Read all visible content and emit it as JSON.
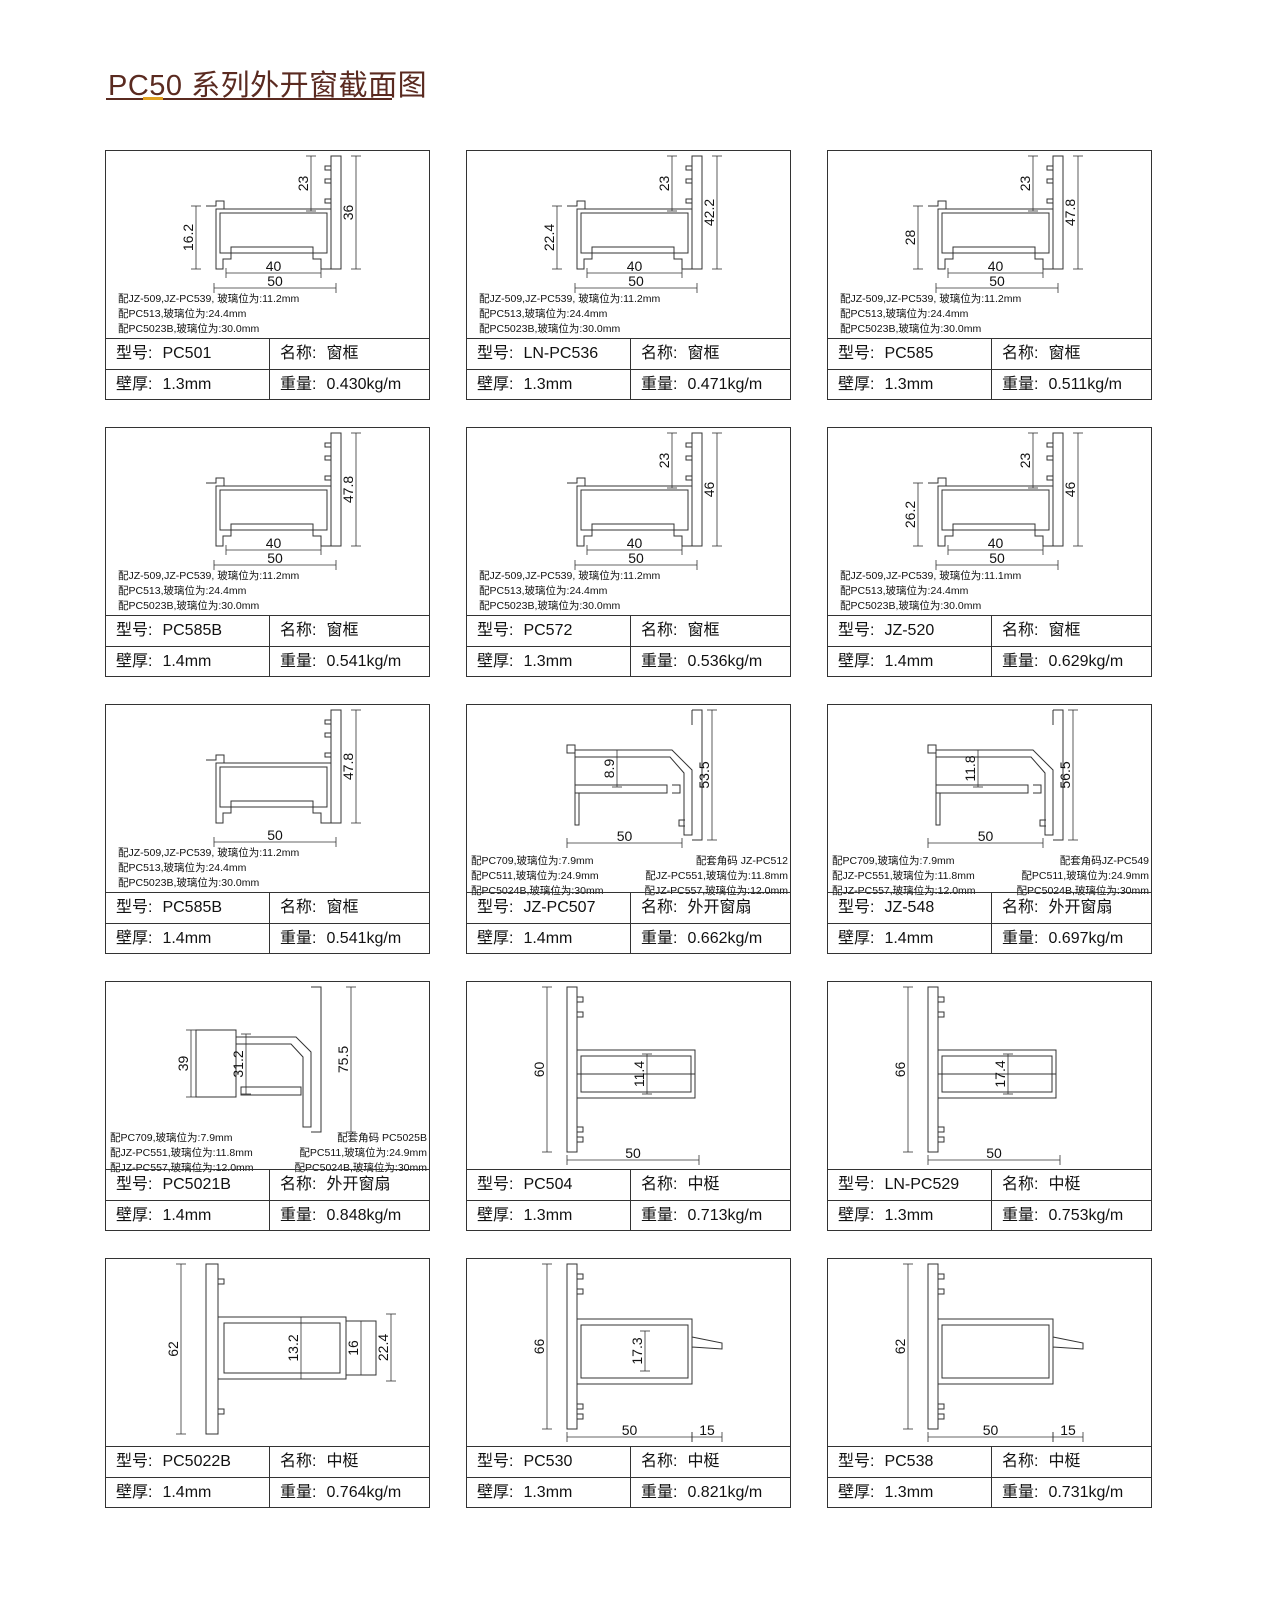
{
  "title": "PC50 系列外开窗截面图",
  "labels": {
    "model": "型号:",
    "name": "名称:",
    "thickness": "壁厚:",
    "weight": "重量:"
  },
  "cards": [
    {
      "model": "PC501",
      "name": "窗框",
      "thickness": "1.3mm",
      "weight": "0.430kg/m",
      "dims": [
        "23",
        "36",
        "16.2",
        "40",
        "50"
      ],
      "notes": [
        "配JZ-509,JZ-PC539, 玻璃位为:11.2mm",
        "配PC513,玻璃位为:24.4mm",
        "配PC5023B,玻璃位为:30.0mm"
      ]
    },
    {
      "model": "LN-PC536",
      "name": "窗框",
      "thickness": "1.3mm",
      "weight": "0.471kg/m",
      "dims": [
        "23",
        "42.2",
        "22.4",
        "40",
        "50"
      ],
      "notes": [
        "配JZ-509,JZ-PC539, 玻璃位为:11.2mm",
        "配PC513,玻璃位为:24.4mm",
        "配PC5023B,玻璃位为:30.0mm"
      ]
    },
    {
      "model": "PC585",
      "name": "窗框",
      "thickness": "1.3mm",
      "weight": "0.511kg/m",
      "dims": [
        "23",
        "47.8",
        "28",
        "40",
        "50"
      ],
      "notes": [
        "配JZ-509,JZ-PC539, 玻璃位为:11.2mm",
        "配PC513,玻璃位为:24.4mm",
        "配PC5023B,玻璃位为:30.0mm"
      ]
    },
    {
      "model": "PC585B",
      "name": "窗框",
      "thickness": "1.4mm",
      "weight": "0.541kg/m",
      "dims": [
        "47.8",
        "40",
        "50"
      ],
      "notes": [
        "配JZ-509,JZ-PC539, 玻璃位为:11.2mm",
        "配PC513,玻璃位为:24.4mm",
        "配PC5023B,玻璃位为:30.0mm"
      ]
    },
    {
      "model": "PC572",
      "name": "窗框",
      "thickness": "1.3mm",
      "weight": "0.536kg/m",
      "dims": [
        "23",
        "46",
        "40",
        "50"
      ],
      "notes": [
        "配JZ-509,JZ-PC539, 玻璃位为:11.2mm",
        "配PC513,玻璃位为:24.4mm",
        "配PC5023B,玻璃位为:30.0mm"
      ]
    },
    {
      "model": "JZ-520",
      "name": "窗框",
      "thickness": "1.4mm",
      "weight": "0.629kg/m",
      "dims": [
        "23",
        "46",
        "26.2",
        "40",
        "50"
      ],
      "notes": [
        "配JZ-509,JZ-PC539, 玻璃位为:11.1mm",
        "配PC513,玻璃位为:24.4mm",
        "配PC5023B,玻璃位为:30.0mm"
      ]
    },
    {
      "model": "PC585B",
      "name": "窗框",
      "thickness": "1.4mm",
      "weight": "0.541kg/m",
      "dims": [
        "47.8",
        "50"
      ],
      "notes": [
        "配JZ-509,JZ-PC539, 玻璃位为:11.2mm",
        "配PC513,玻璃位为:24.4mm",
        "配PC5023B,玻璃位为:30.0mm"
      ]
    },
    {
      "model": "JZ-PC507",
      "name": "外开窗扇",
      "thickness": "1.4mm",
      "weight": "0.662kg/m",
      "dims": [
        "8.9",
        "53.5",
        "50"
      ],
      "notes_left": [
        "配PC709,玻璃位为:7.9mm",
        "配PC511,玻璃位为:24.9mm",
        "配PC5024B,玻璃位为:30mm"
      ],
      "notes_right": [
        "配套角码 JZ-PC512",
        "配JZ-PC551,玻璃位为:11.8mm",
        "配JZ-PC557,玻璃位为:12.0mm"
      ]
    },
    {
      "model": "JZ-548",
      "name": "外开窗扇",
      "thickness": "1.4mm",
      "weight": "0.697kg/m",
      "dims": [
        "11.8",
        "56.5",
        "50"
      ],
      "notes_left": [
        "配PC709,玻璃位为:7.9mm",
        "配JZ-PC551,玻璃位为:11.8mm",
        "配JZ-PC557,玻璃位为:12.0mm"
      ],
      "notes_right": [
        "配套角码JZ-PC549",
        "配PC511,玻璃位为:24.9mm",
        "配PC5024B,玻璃位为:30mm"
      ]
    },
    {
      "model": "PC5021B",
      "name": "外开窗扇",
      "thickness": "1.4mm",
      "weight": "0.848kg/m",
      "dims": [
        "39",
        "31.2",
        "75.5"
      ],
      "notes_left": [
        "配PC709,玻璃位为:7.9mm",
        "配JZ-PC551,玻璃位为:11.8mm",
        "配JZ-PC557,玻璃位为:12.0mm"
      ],
      "notes_right": [
        "配套角码 PC5025B",
        "配PC511,玻璃位为:24.9mm",
        "配PC5024B,玻璃位为:30mm"
      ]
    },
    {
      "model": "PC504",
      "name": "中梃",
      "thickness": "1.3mm",
      "weight": "0.713kg/m",
      "dims": [
        "60",
        "11.4",
        "50"
      ]
    },
    {
      "model": "LN-PC529",
      "name": "中梃",
      "thickness": "1.3mm",
      "weight": "0.753kg/m",
      "dims": [
        "66",
        "17.4",
        "50"
      ]
    },
    {
      "model": "PC5022B",
      "name": "中梃",
      "thickness": "1.4mm",
      "weight": "0.764kg/m",
      "dims": [
        "62",
        "13.2",
        "16",
        "22.4"
      ]
    },
    {
      "model": "PC530",
      "name": "中梃",
      "thickness": "1.3mm",
      "weight": "0.821kg/m",
      "dims": [
        "66",
        "17.3",
        "50",
        "15"
      ]
    },
    {
      "model": "PC538",
      "name": "中梃",
      "thickness": "1.3mm",
      "weight": "0.731kg/m",
      "dims": [
        "62",
        "50",
        "15"
      ]
    }
  ]
}
